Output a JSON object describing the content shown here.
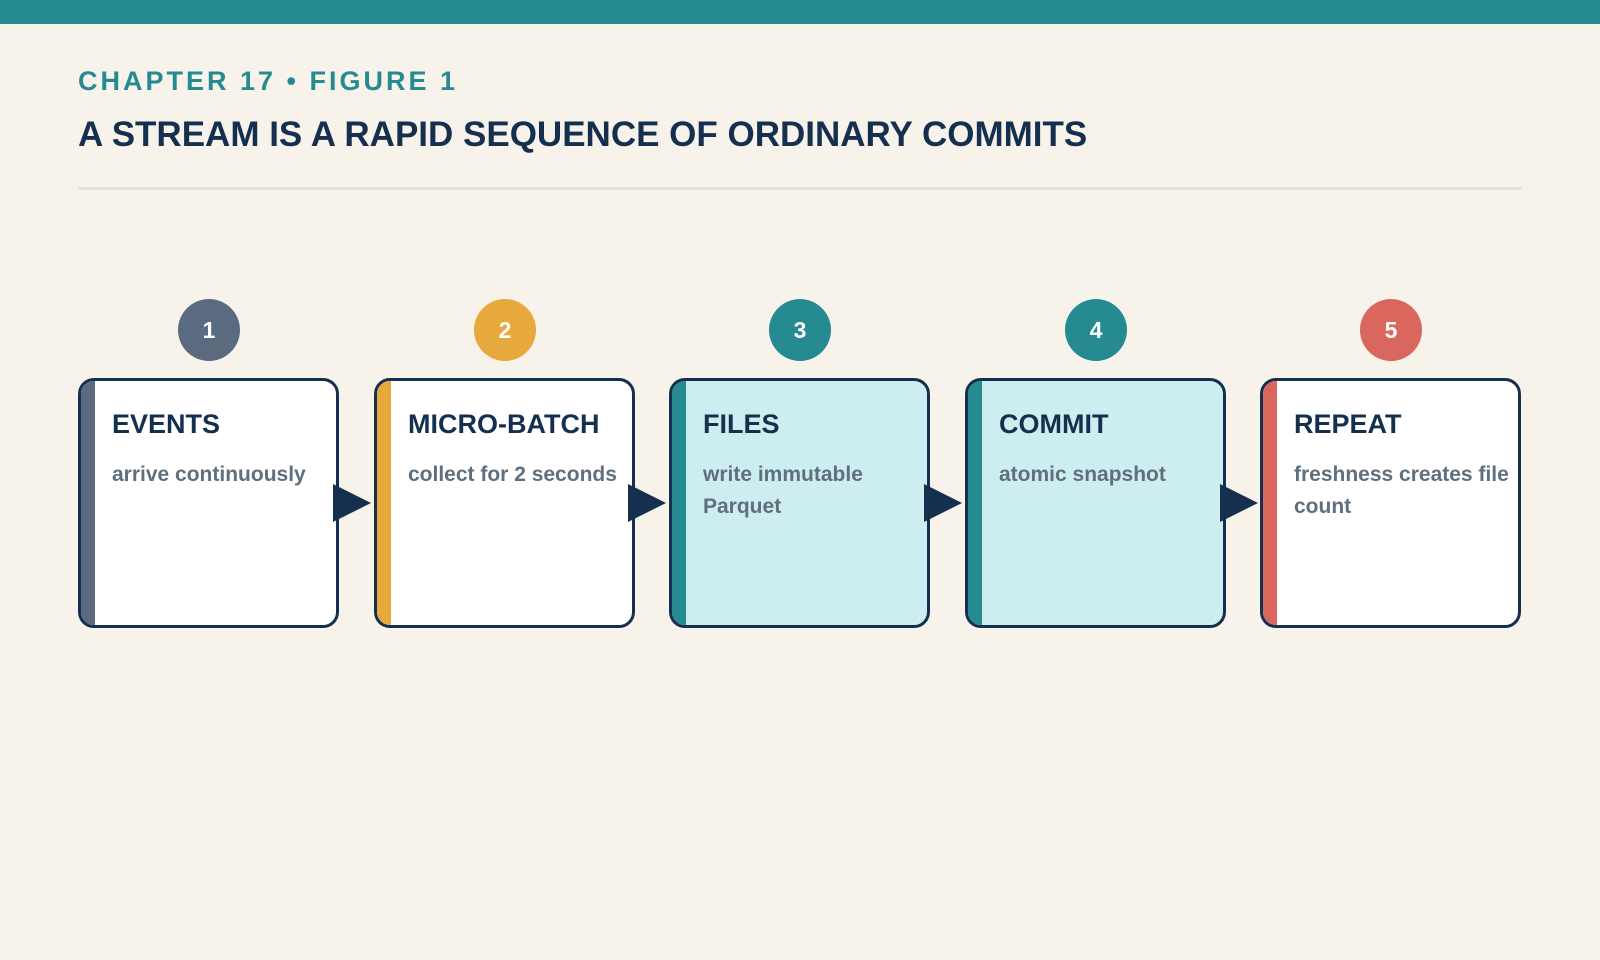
{
  "header": {
    "eyebrow": "CHAPTER 17 • FIGURE 1",
    "title": "A STREAM IS A RAPID SEQUENCE OF ORDINARY COMMITS"
  },
  "steps": [
    {
      "number": "1",
      "title": "EVENTS",
      "description": "arrive continuously",
      "color": "#5a6b80",
      "tinted": false
    },
    {
      "number": "2",
      "title": "MICRO-BATCH",
      "description": "collect for 2 seconds",
      "color": "#e8a93c",
      "tinted": false
    },
    {
      "number": "3",
      "title": "FILES",
      "description": "write immutable Parquet",
      "color": "#268a91",
      "tinted": true
    },
    {
      "number": "4",
      "title": "COMMIT",
      "description": "atomic snapshot",
      "color": "#268a91",
      "tinted": true
    },
    {
      "number": "5",
      "title": "REPEAT",
      "description": "freshness creates file count",
      "color": "#d9675e",
      "tinted": false
    }
  ],
  "colors": {
    "accent": "#268a91",
    "ink": "#15304f",
    "background": "#f7f3ea"
  }
}
